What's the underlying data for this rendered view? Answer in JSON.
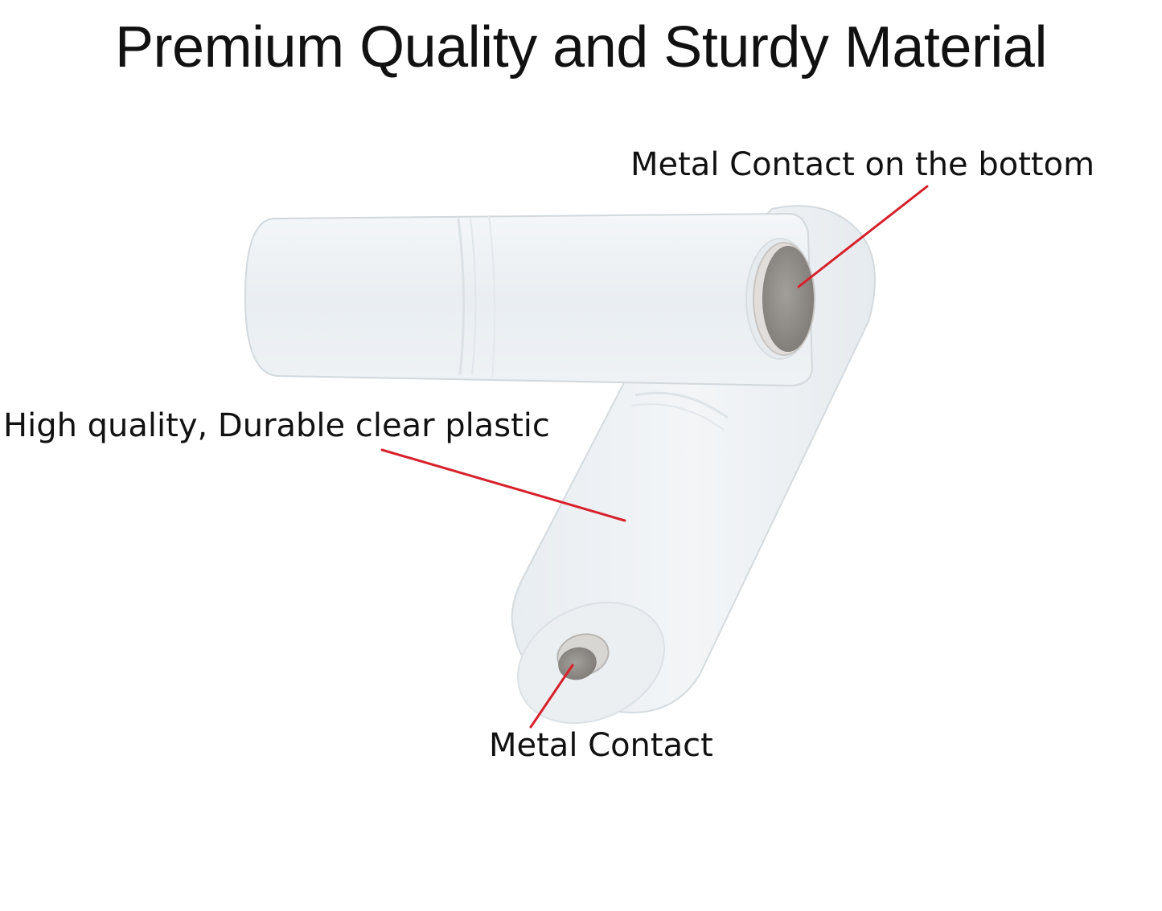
{
  "title": "Premium Quality and Sturdy Material",
  "callouts": [
    {
      "id": "bottom-contact",
      "text": "Metal Contact on the bottom"
    },
    {
      "id": "plastic",
      "text": "High quality, Durable clear plastic"
    },
    {
      "id": "top-contact",
      "text": "Metal Contact"
    }
  ],
  "colors": {
    "leader_line": "#d7202a",
    "plastic": "#eef2f5",
    "metal": "#8e8a86",
    "text": "#111111"
  }
}
